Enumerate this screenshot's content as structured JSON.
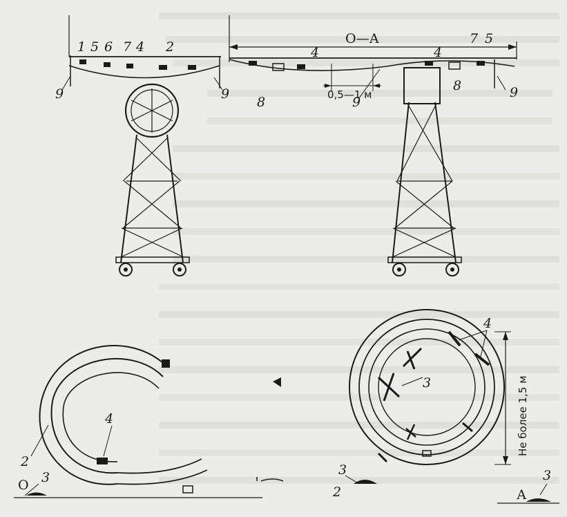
{
  "views": {
    "section_label": "О—А",
    "section_start": "О",
    "section_end": "А"
  },
  "callouts": {
    "left_top": [
      "1",
      "5",
      "6",
      "7",
      "4",
      "2"
    ],
    "left_side_9a": "9",
    "left_side_9b": "9",
    "right_top_4a": "4",
    "right_top_4b": "4",
    "right_top_7": "7",
    "right_top_5": "5",
    "right_top_8a": "8",
    "right_top_8b": "8",
    "right_top_9a": "9",
    "right_top_9b": "9",
    "plan_2a": "2",
    "plan_4a": "4",
    "plan_3a": "3",
    "plan_4b": "4",
    "plan_3b": "3",
    "plan_3c": "3",
    "plan_2b": "2",
    "plan_3d": "3"
  },
  "dimensions": {
    "gap": "0,5—1 м",
    "vertical_limit": "Не более 1,5 м"
  }
}
